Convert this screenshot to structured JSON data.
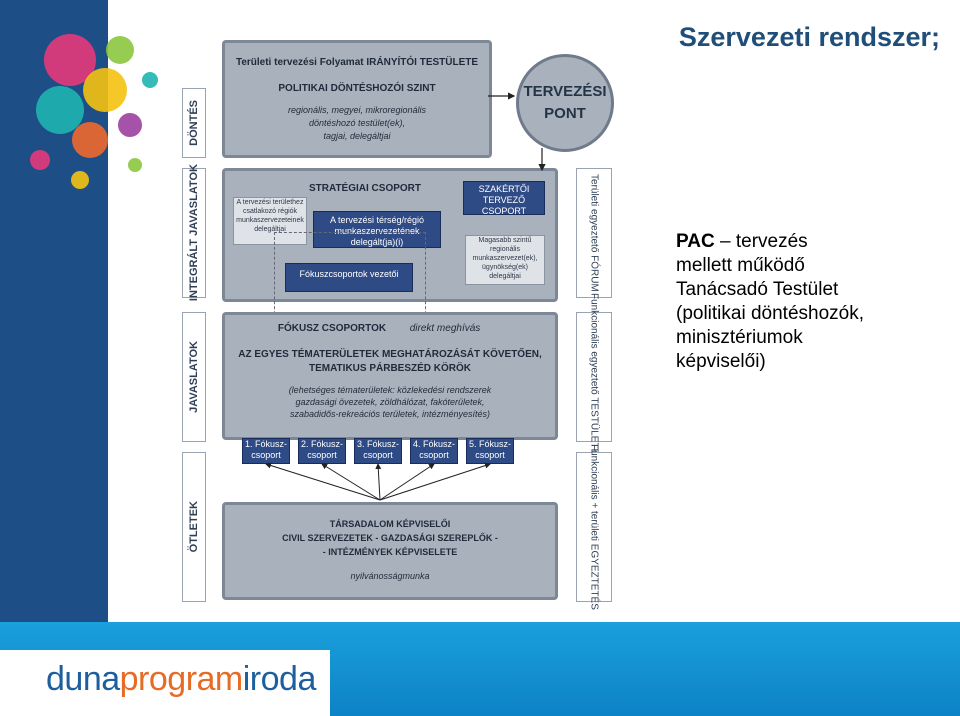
{
  "header": {
    "title": "Szervezeti rendszer;"
  },
  "side_text": {
    "bold": "PAC",
    "line1_rest": " – tervezés",
    "line2": "mellett működő",
    "line3": "Tanácsadó Testület",
    "line4": "(politikai döntéshozók,",
    "line5": "minisztériumok",
    "line6": "képviselői)"
  },
  "diagram": {
    "left_labels": [
      "DÖNTÉS",
      "INTEGRÁLT JAVASLATOK",
      "JAVASLATOK",
      "ÖTLETEK"
    ],
    "right_labels": [
      "Területi egyeztető FÓRUM",
      "Funkcionális egyeztető TESTÜLETEK",
      "Funkcionális + területi EGYEZTETÉS"
    ],
    "top_box": {
      "title": "Területi tervezési Folyamat IRÁNYÍTÓI TESTÜLETE",
      "subtitle": "POLITIKAI DÖNTÉSHOZÓI SZINT",
      "text1": "regionális, megyei, mikroregionális",
      "text2": "döntéshozó testület(ek),",
      "text3": "tagjai, delegáltjai"
    },
    "point": {
      "line1": "TERVEZÉSI",
      "line2": "PONT"
    },
    "strategic": {
      "title": "STRATÉGIAI CSOPORT",
      "expert": "SZAKÉRTŐI TERVEZŐ CSOPORT",
      "left_small": "A tervezési területhez csatlakozó régiók munkaszervezeteinek delegáltjai",
      "center_box": "A tervezési térség/régió munkaszervezetének delegált(ja)(i)",
      "right_small": "Magasabb szintű regionális munkaszervezet(ek), ügynökség(ek) delegáltjai",
      "focus_leaders": "Fókuszcsoportok vezetői"
    },
    "focus": {
      "title": "FÓKUSZ CSOPORTOK",
      "invite": "direkt meghívás",
      "line1": "AZ EGYES TÉMATERÜLETEK MEGHATÁROZÁSÁT KÖVETŐEN,",
      "line2": "TEMATIKUS PÁRBESZÉD KÖRÖK",
      "ex1": "(lehetséges tématerületek: közlekedési rendszerek",
      "ex2": "gazdasági övezetek, zöldhálózat, fakóterületek,",
      "ex3": "szabadidős-rekreációs területek, intézményesítés)",
      "groups": [
        {
          "num": "1. Fókusz-",
          "rest": "csoport"
        },
        {
          "num": "2. Fókusz-",
          "rest": "csoport"
        },
        {
          "num": "3. Fókusz-",
          "rest": "csoport"
        },
        {
          "num": "4. Fókusz-",
          "rest": "csoport"
        },
        {
          "num": "5. Fókusz-",
          "rest": "csoport"
        }
      ]
    },
    "society": {
      "line1": "TÁRSADALOM KÉPVISELŐI",
      "line2": "CIVIL SZERVEZETEK - GAZDASÁGI SZEREPLŐK -",
      "line3": "- INTÉZMÉNYEK KÉPVISELETE",
      "line4": "nyilvánosságmunka"
    }
  },
  "logo": {
    "part1": "duna",
    "part2": "program",
    "part3": "iroda"
  },
  "colors": {
    "sidebar": "#1d4e86",
    "band": "#1aa0dc",
    "title": "#1f4e79",
    "navy": "#2f4b86",
    "gray": "#a9b2bc"
  }
}
